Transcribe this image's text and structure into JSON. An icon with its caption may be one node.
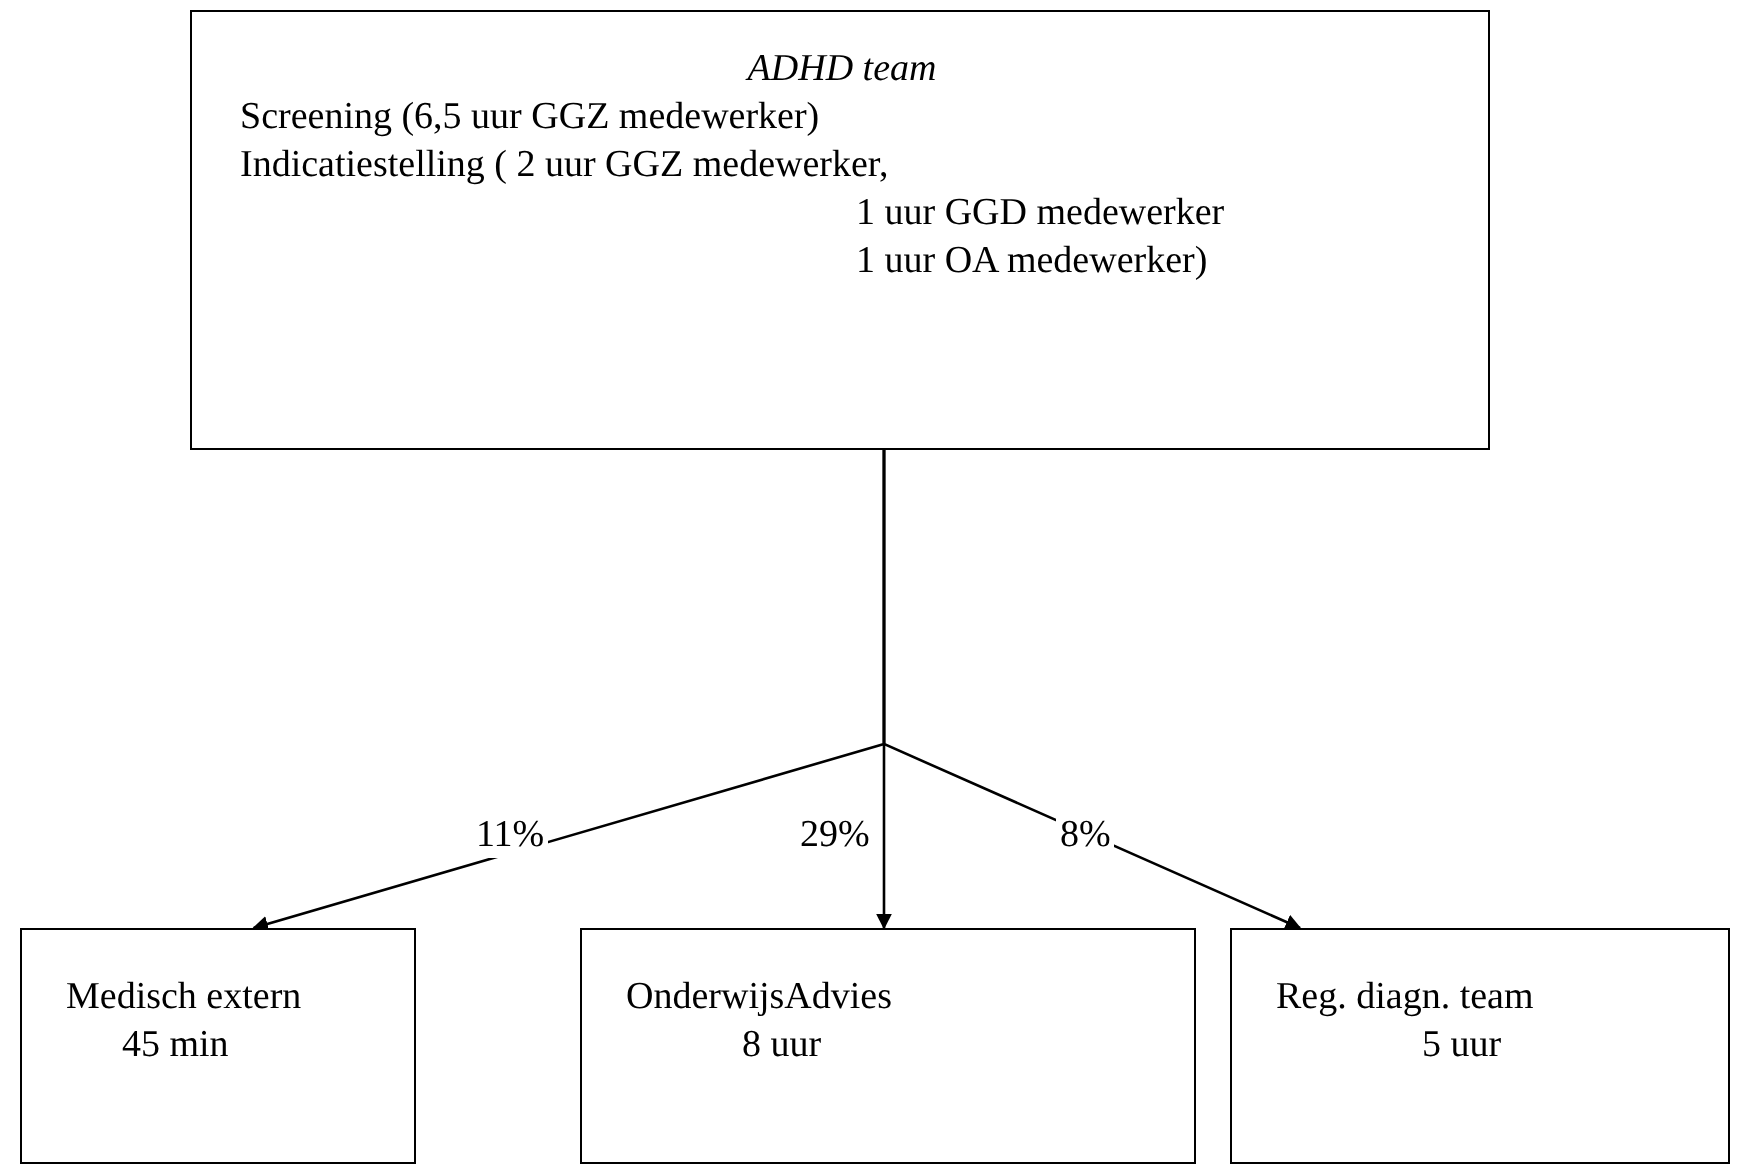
{
  "diagram": {
    "nodes": [
      {
        "text": [
          "ADHD team",
          "Screening (6,5 uur GGZ medewerker)",
          "Indicatiestelling ( 2 uur GGZ medewerker, 1 uur GGD medewerker 1 uur OA medewerker)"
        ]
      },
      {
        "text": [
          "Medisch extern",
          "45 min"
        ]
      },
      {
        "text": [
          "OnderwijsAdvies",
          "8 uur"
        ]
      },
      {
        "text": [
          "Reg. diagn. team",
          "5 uur"
        ]
      }
    ],
    "edges": [
      {
        "from": 0,
        "to": 1,
        "arrow": "to",
        "label": "11%"
      },
      {
        "from": 0,
        "to": 2,
        "arrow": "to",
        "label": "29%"
      },
      {
        "from": 0,
        "to": 3,
        "arrow": "to",
        "label": "8%"
      }
    ]
  }
}
